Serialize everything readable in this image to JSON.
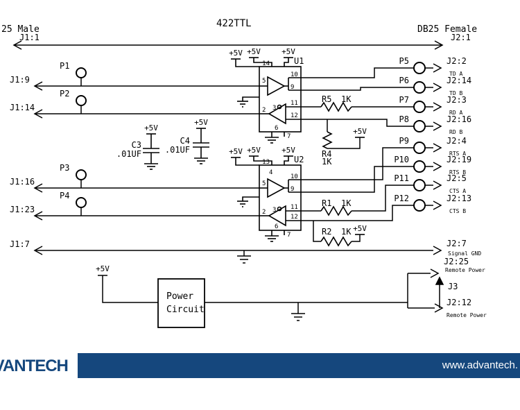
{
  "headers": {
    "left_connector": "25 Male",
    "title": "422TTL",
    "right_connector": "DB25 Female",
    "j1_1": "J1:1",
    "j2_1": "J2:1"
  },
  "labels": {
    "plus5v": "+5V"
  },
  "left_pins": [
    {
      "pin": "P1",
      "conn": "J1:9"
    },
    {
      "pin": "P2",
      "conn": "J1:14"
    },
    {
      "pin": "P3",
      "conn": "J1:16"
    },
    {
      "pin": "P4",
      "conn": "J1:23"
    }
  ],
  "right_pins": [
    {
      "pin": "P5",
      "conn": "J2:2",
      "signal": "TD A"
    },
    {
      "pin": "P6",
      "conn": "J2:14",
      "signal": "TD B"
    },
    {
      "pin": "P7",
      "conn": "J2:3",
      "signal": "RD A"
    },
    {
      "pin": "P8",
      "conn": "J2:16",
      "signal": "RD B"
    },
    {
      "pin": "P9",
      "conn": "J2:4",
      "signal": "RTS A"
    },
    {
      "pin": "P10",
      "conn": "J2:19",
      "signal": "RTS B"
    },
    {
      "pin": "P11",
      "conn": "J2:5",
      "signal": "CTS A"
    },
    {
      "pin": "P12",
      "conn": "J2:13",
      "signal": "CTS B"
    }
  ],
  "ground_row": {
    "left": "J1:7",
    "right": "J2:7",
    "signal": "Signal GND"
  },
  "ics": {
    "u1": {
      "name": "U1",
      "pin_power": "14",
      "pin_in_a": "5",
      "pin_out_a1": "10",
      "pin_out_a2": "9",
      "pin_mid": "3",
      "pin_out_b": "2",
      "pin_in_b1": "11",
      "pin_in_b2": "12",
      "pin_gnd1": "6",
      "pin_gnd2": "7"
    },
    "u2": {
      "name": "U2",
      "pin_power": "13",
      "pin_en": "4",
      "pin_in_a": "5",
      "pin_out_a1": "10",
      "pin_out_a2": "9",
      "pin_mid": "3",
      "pin_out_b": "2",
      "pin_in_b1": "11",
      "pin_in_b2": "12",
      "pin_gnd1": "6",
      "pin_gnd2": "7"
    }
  },
  "passives": {
    "c3": {
      "name": "C3",
      "value": ".01UF"
    },
    "c4": {
      "name": "C4",
      "value": ".01UF"
    },
    "r1": {
      "name": "R1",
      "value": "1K"
    },
    "r2": {
      "name": "R2",
      "value": "1K"
    },
    "r4": {
      "name": "R4",
      "value": "1K"
    },
    "r5": {
      "name": "R5",
      "value": "1K"
    }
  },
  "power": {
    "line1": "Power",
    "line2": "Circuit",
    "j2_25": "J2:25",
    "j2_25_signal": "Remote Power",
    "j3": "J3",
    "j2_12": "J2:12",
    "j2_12_signal": "Remote Power"
  },
  "footer": {
    "logo": "ADVANTECH",
    "url": "www.advantech."
  },
  "colors": {
    "footer_bar": "#15477d",
    "schematic_line": "#000000"
  }
}
